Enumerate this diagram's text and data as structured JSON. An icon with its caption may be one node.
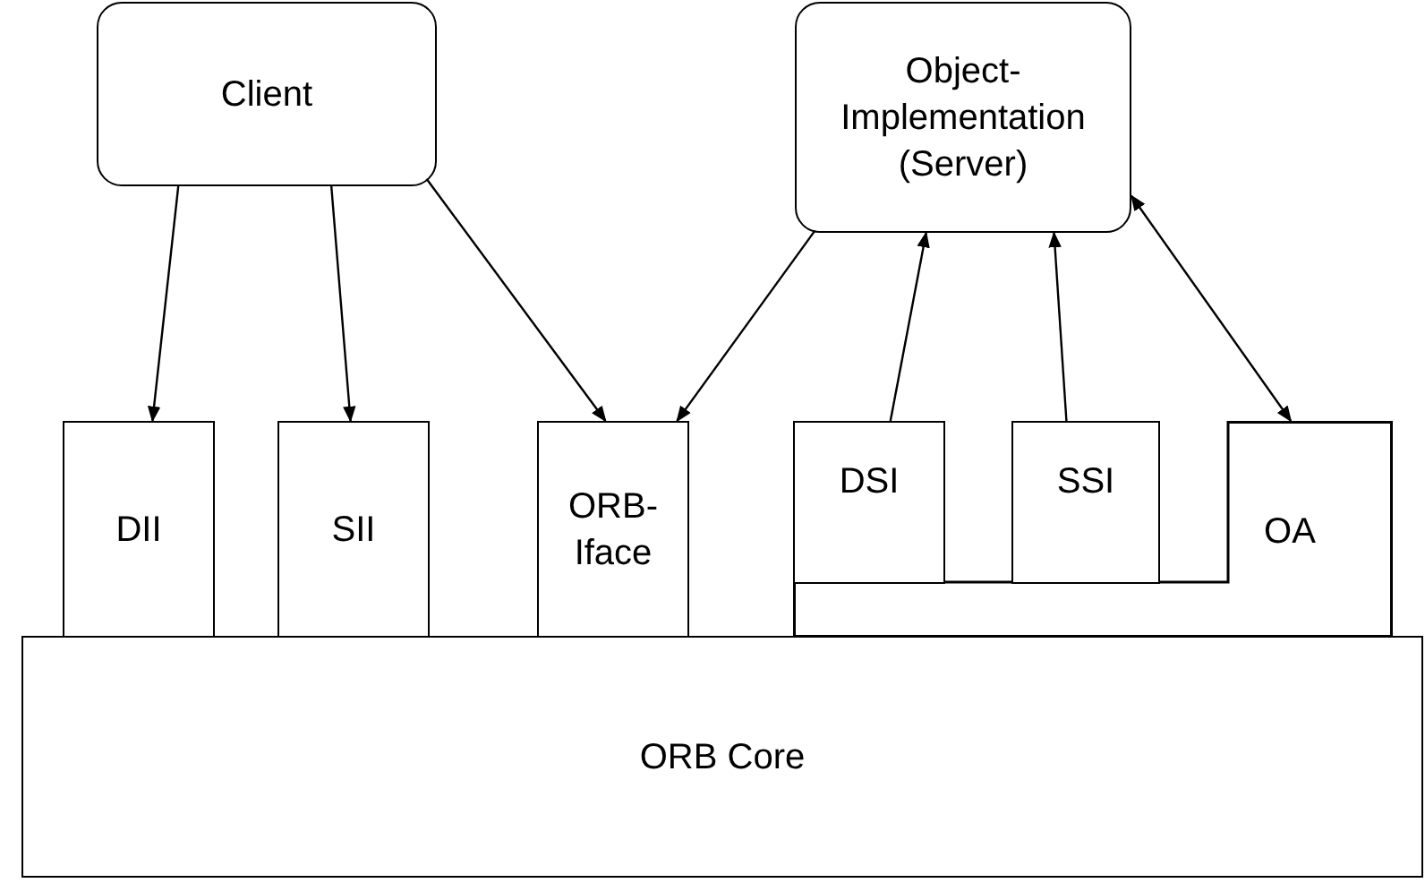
{
  "diagram": {
    "nodes": [
      {
        "text": [
          "Client"
        ]
      },
      {
        "text": [
          "Object- Implementation (Server)"
        ]
      },
      {
        "text": [
          "DII"
        ]
      },
      {
        "text": [
          "SII"
        ]
      },
      {
        "text": [
          "ORB- Iface"
        ]
      },
      {
        "text": [
          "DSI"
        ]
      },
      {
        "text": [
          "SSI"
        ]
      },
      {
        "text": [
          "OA"
        ]
      },
      {
        "text": [
          "ORB Core"
        ]
      }
    ],
    "edges": [
      {
        "from": 0,
        "to": 2,
        "arrow": "to"
      },
      {
        "from": 0,
        "to": 3,
        "arrow": "to"
      },
      {
        "from": 0,
        "to": 4,
        "arrow": "to"
      },
      {
        "from": 1,
        "to": 4,
        "arrow": "to"
      },
      {
        "from": 5,
        "to": 1,
        "arrow": "to"
      },
      {
        "from": 6,
        "to": 1,
        "arrow": "to"
      },
      {
        "from": 7,
        "to": 1,
        "arrow": "both"
      }
    ]
  }
}
